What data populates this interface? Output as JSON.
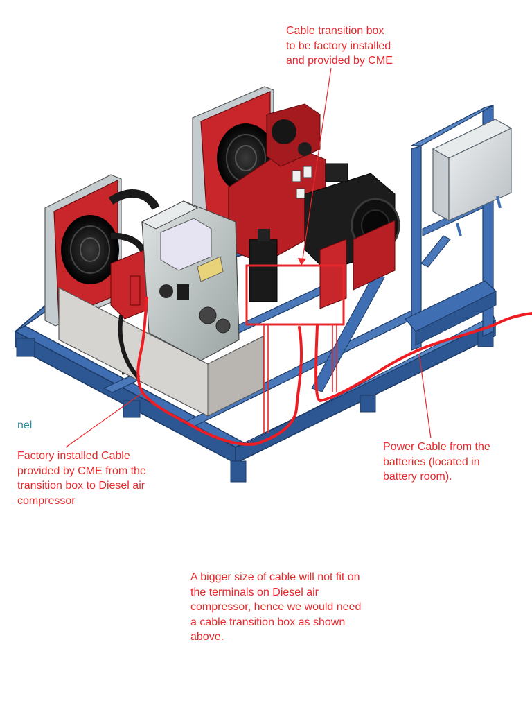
{
  "annotations": {
    "transition_box": "Cable transition box\nto be factory installed\nand provided by CME",
    "factory_cable": "Factory installed Cable\nprovided by CME from the\ntransition box to Diesel air\ncompressor",
    "power_cable": "Power Cable from the\nbatteries (located in\nbattery room).",
    "cable_note": "A bigger size of cable will not fit on\nthe terminals on Diesel air\ncompressor, hence we would need\na cable transition box as shown\nabove."
  },
  "background_fragment": "nel",
  "colors": {
    "annotation": "#e8282b",
    "frame": "#3f6fb2",
    "frame_dark": "#23487e",
    "radiator": "#c8262a",
    "motor": "#1c1c1c",
    "engine": "#bfc6c6",
    "cabinet": "#d4d8da",
    "fragment_text": "#2a8ca0"
  }
}
